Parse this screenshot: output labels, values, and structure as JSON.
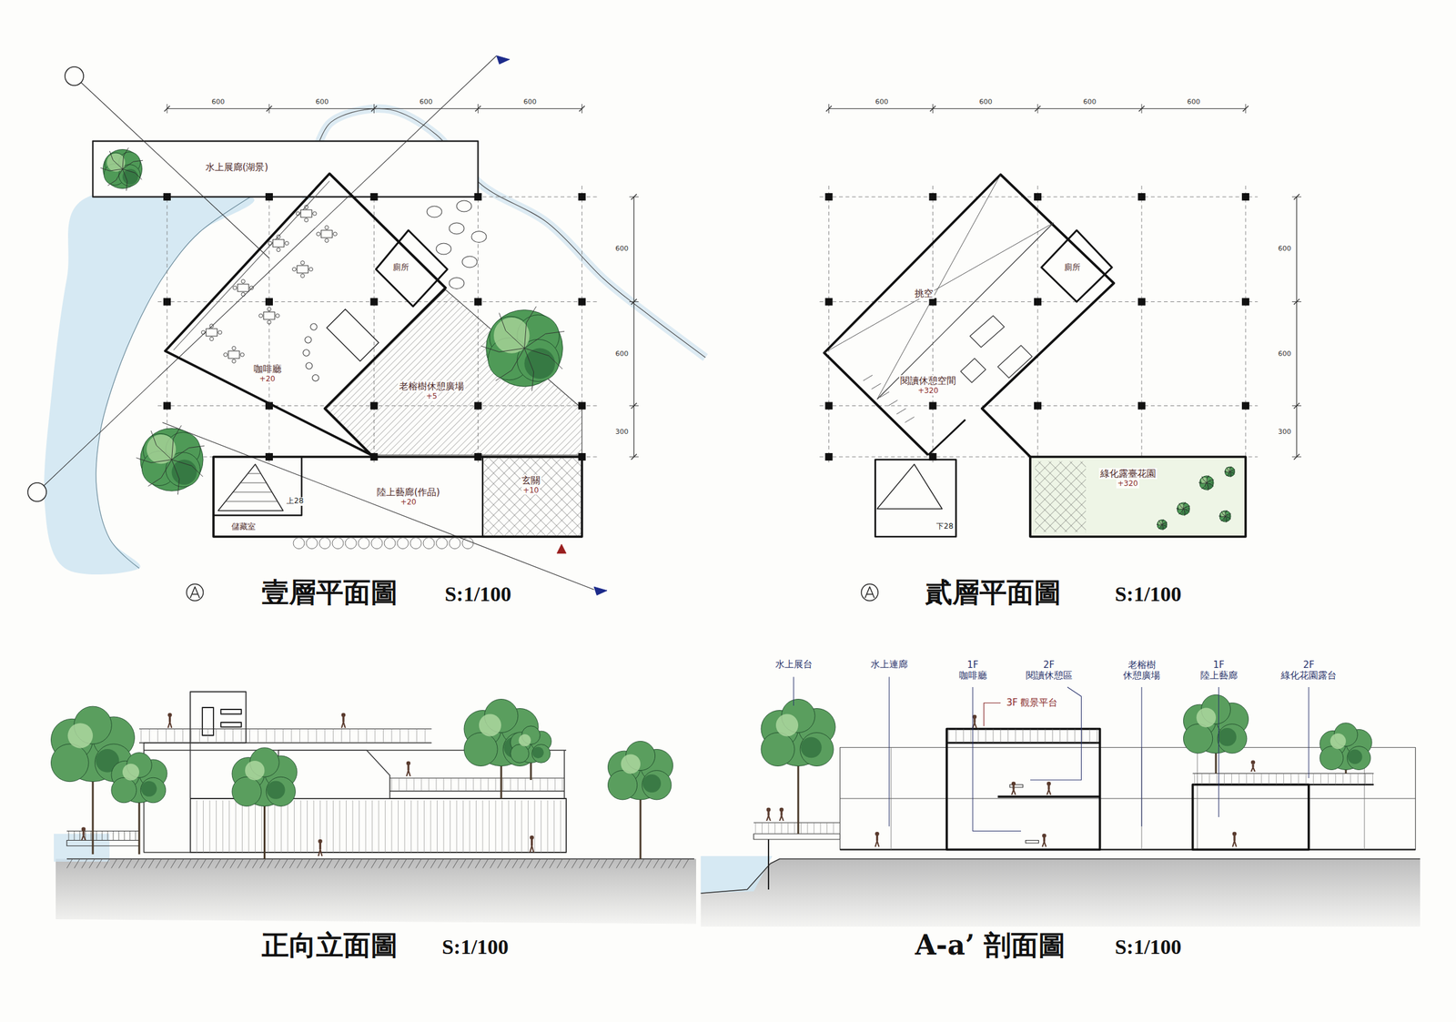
{
  "diagram": {
    "nodes": [
      {
        "text": [
          "水上展廊(湖景)"
        ]
      },
      {
        "text": [
          "咖啡廳",
          "+20"
        ]
      },
      {
        "text": [
          "廁所"
        ]
      },
      {
        "text": [
          "老榕樹休憩廣場",
          "+5"
        ]
      },
      {
        "text": [
          "儲藏室"
        ]
      },
      {
        "text": [
          "陸上藝廊(作品)",
          "+20"
        ]
      },
      {
        "text": [
          "玄關",
          "+10"
        ]
      },
      {
        "text": [
          "挑空"
        ]
      },
      {
        "text": [
          "廁所"
        ]
      },
      {
        "text": [
          "閱讀休憩空間",
          "+320"
        ]
      },
      {
        "text": [
          "綠化露臺花園",
          "+320"
        ]
      }
    ],
    "labels": [
      "600",
      "600",
      "600",
      "600",
      "600",
      "600",
      "300",
      "上28",
      "壹層平面圖",
      "S:1/100",
      "600",
      "600",
      "600",
      "600",
      "600",
      "600",
      "300",
      "下28",
      "貳層平面圖",
      "S:1/100",
      "正向立面圖",
      "S:1/100",
      "A-a’ 剖面圖",
      "S:1/100",
      "水上展台",
      "水上連廊",
      "1F 咖啡廳",
      "2F 閱讀休憩區",
      "老榕樹 休憩廣場",
      "1F 陸上藝廊",
      "2F 綠化花園露台",
      "3F 觀景平台"
    ]
  }
}
